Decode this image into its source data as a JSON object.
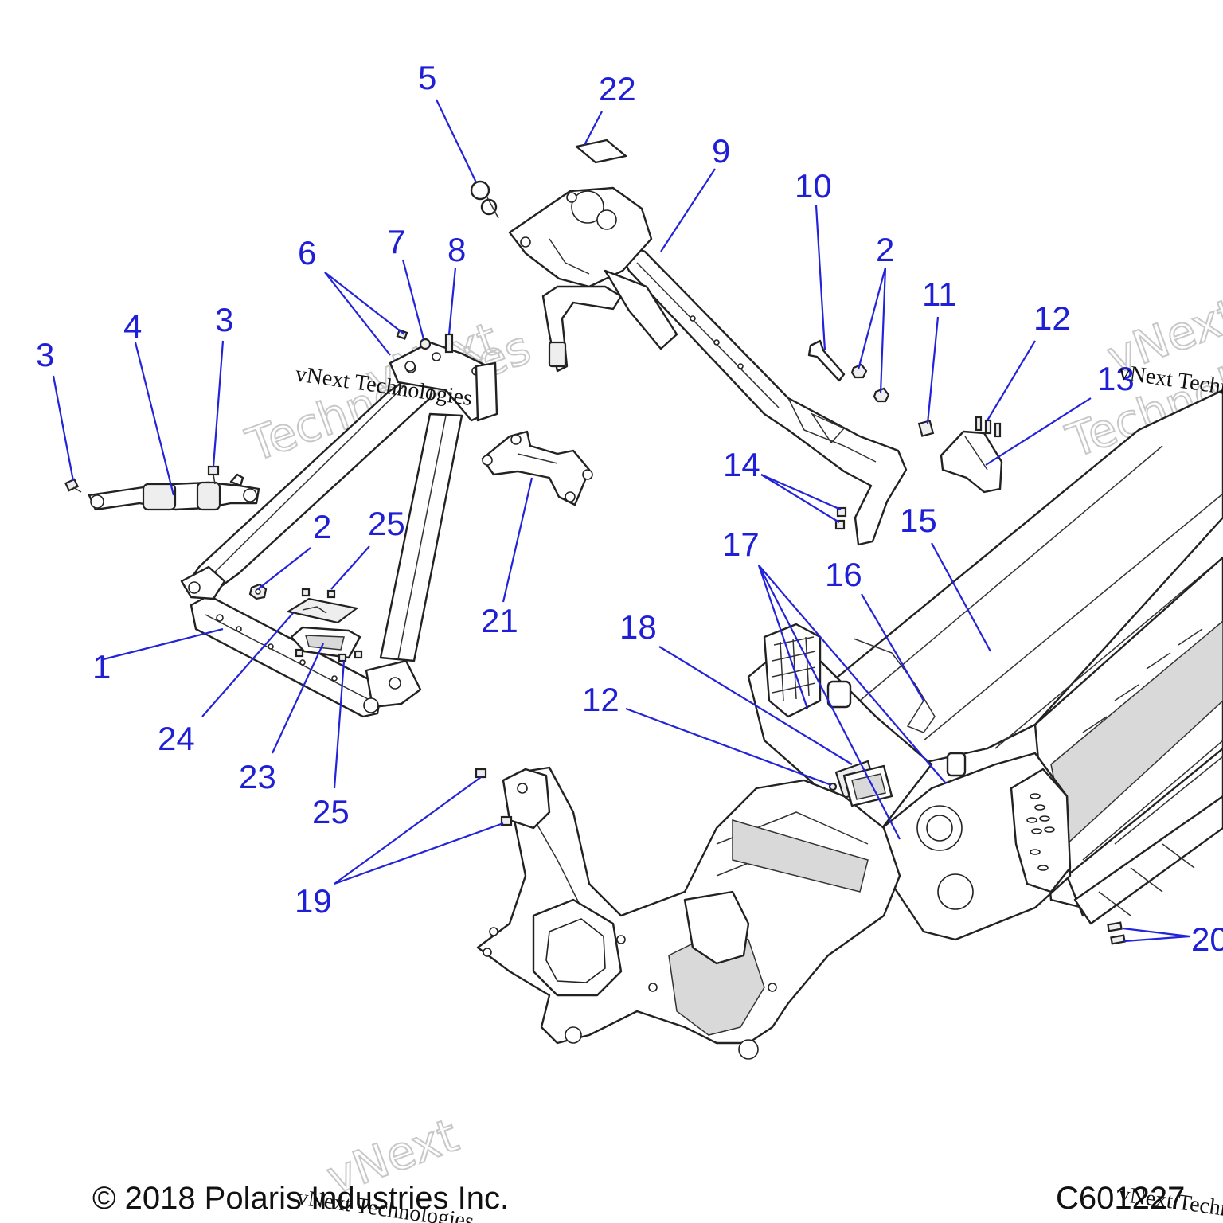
{
  "callouts": {
    "c1": "1",
    "c2a": "2",
    "c2b": "2",
    "c3a": "3",
    "c3b": "3",
    "c4": "4",
    "c5": "5",
    "c6": "6",
    "c7": "7",
    "c8": "8",
    "c9": "9",
    "c10": "10",
    "c11": "11",
    "c12a": "12",
    "c12b": "12",
    "c13": "13",
    "c14": "14",
    "c15": "15",
    "c16": "16",
    "c17": "17",
    "c18": "18",
    "c19": "19",
    "c20": "20",
    "c21": "21",
    "c22": "22",
    "c23": "23",
    "c24": "24",
    "c25a": "25",
    "c25b": "25"
  },
  "watermarks": {
    "text": "vNext Technologies",
    "ghost_a": "vNext",
    "ghost_b": "Technologies"
  },
  "footer": {
    "copyright": "© 2018 Polaris Industries Inc.",
    "figure_code": "C601227"
  },
  "colors": {
    "callout": "#1f1fd6",
    "line_art": "#222222"
  }
}
